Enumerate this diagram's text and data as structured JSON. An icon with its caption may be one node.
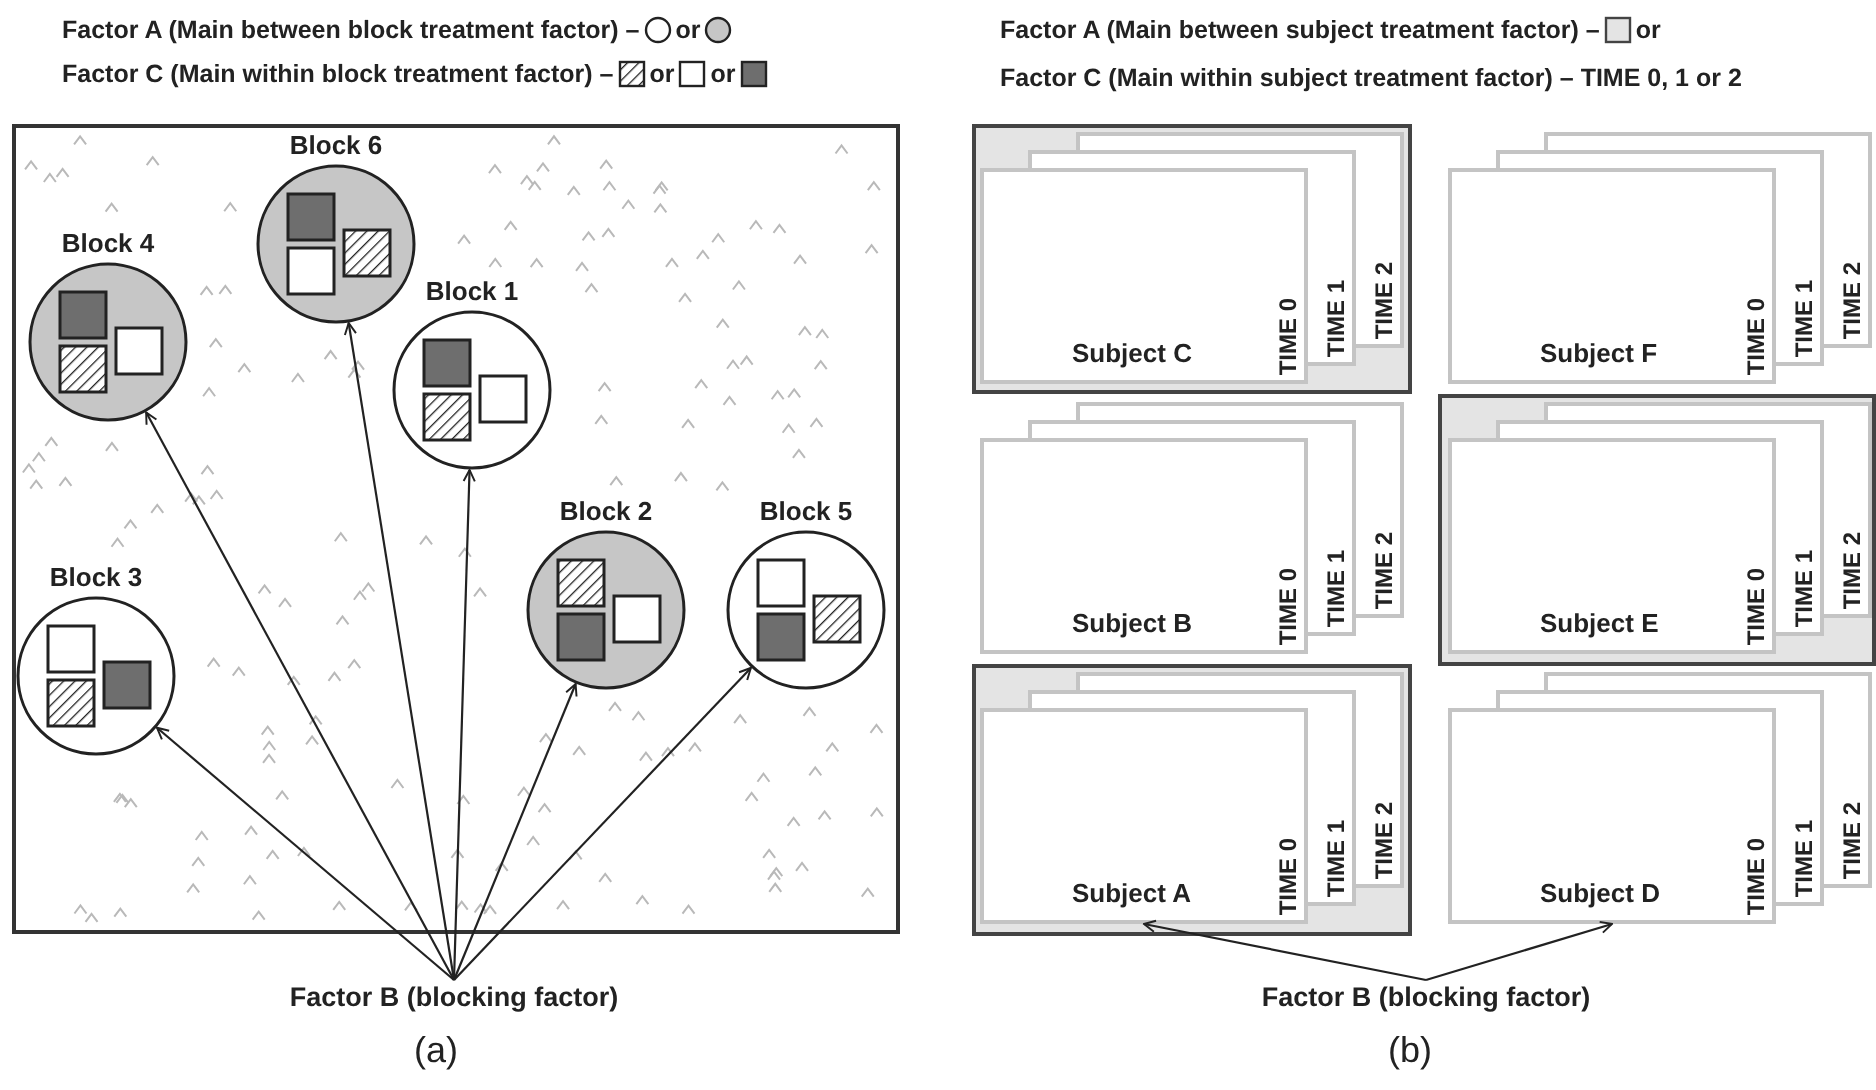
{
  "diagram": {
    "nodes": [
      {
        "text": [],
        "shape": "box"
      },
      {
        "text": [
          "Block 6"
        ],
        "in": 0
      },
      {
        "text": [
          "Block 4"
        ],
        "in": 0
      },
      {
        "text": [
          "Block 1"
        ],
        "in": 0
      },
      {
        "text": [
          "Block 2"
        ],
        "in": 0
      },
      {
        "text": [
          "Block 5"
        ],
        "in": 0
      },
      {
        "text": [
          "Block 3"
        ],
        "in": 0
      },
      {
        "text": [
          "Factor B (blocking factor)"
        ]
      },
      {
        "text": [],
        "shape": "box"
      },
      {
        "text": [
          "Subject C",
          "TIME 0",
          "TIME 1",
          "TIME 2"
        ],
        "in": 8
      },
      {
        "text": [
          "Subject F",
          "TIME 0",
          "TIME 1",
          "TIME 2"
        ]
      },
      {
        "text": [
          "Subject B",
          "TIME 0",
          "TIME 1",
          "TIME 2"
        ]
      },
      {
        "text": [],
        "shape": "box"
      },
      {
        "text": [
          "Subject E",
          "TIME 0",
          "TIME 1",
          "TIME 2"
        ],
        "in": 12
      },
      {
        "text": [],
        "shape": "box"
      },
      {
        "text": [
          "Subject A",
          "TIME 0",
          "TIME 1",
          "TIME 2"
        ],
        "in": 14
      },
      {
        "text": [
          "Subject D",
          "TIME 0",
          "TIME 1",
          "TIME 2"
        ]
      },
      {
        "text": [
          "Factor B (blocking factor)"
        ]
      }
    ],
    "edges": [
      {
        "from": 7,
        "to": 6,
        "arrow": "to"
      },
      {
        "from": 7,
        "to": 2,
        "arrow": "to"
      },
      {
        "from": 7,
        "to": 1,
        "arrow": "to"
      },
      {
        "from": 7,
        "to": 3,
        "arrow": "to"
      },
      {
        "from": 7,
        "to": 4,
        "arrow": "to"
      },
      {
        "from": 7,
        "to": 5,
        "arrow": "to"
      },
      {
        "from": 17,
        "to": 15,
        "arrow": "to"
      },
      {
        "from": 17,
        "to": 16,
        "arrow": "to"
      }
    ],
    "labels": [
      "Factor A (Main between block treatment factor) –",
      "or",
      "Factor C (Main within block treatment factor) –",
      "or",
      "or",
      "Factor A (Main between subject treatment factor) –",
      "or",
      "Factor C (Main within subject treatment factor) – TIME 0, 1 or 2",
      "(a)",
      "(b)"
    ]
  }
}
